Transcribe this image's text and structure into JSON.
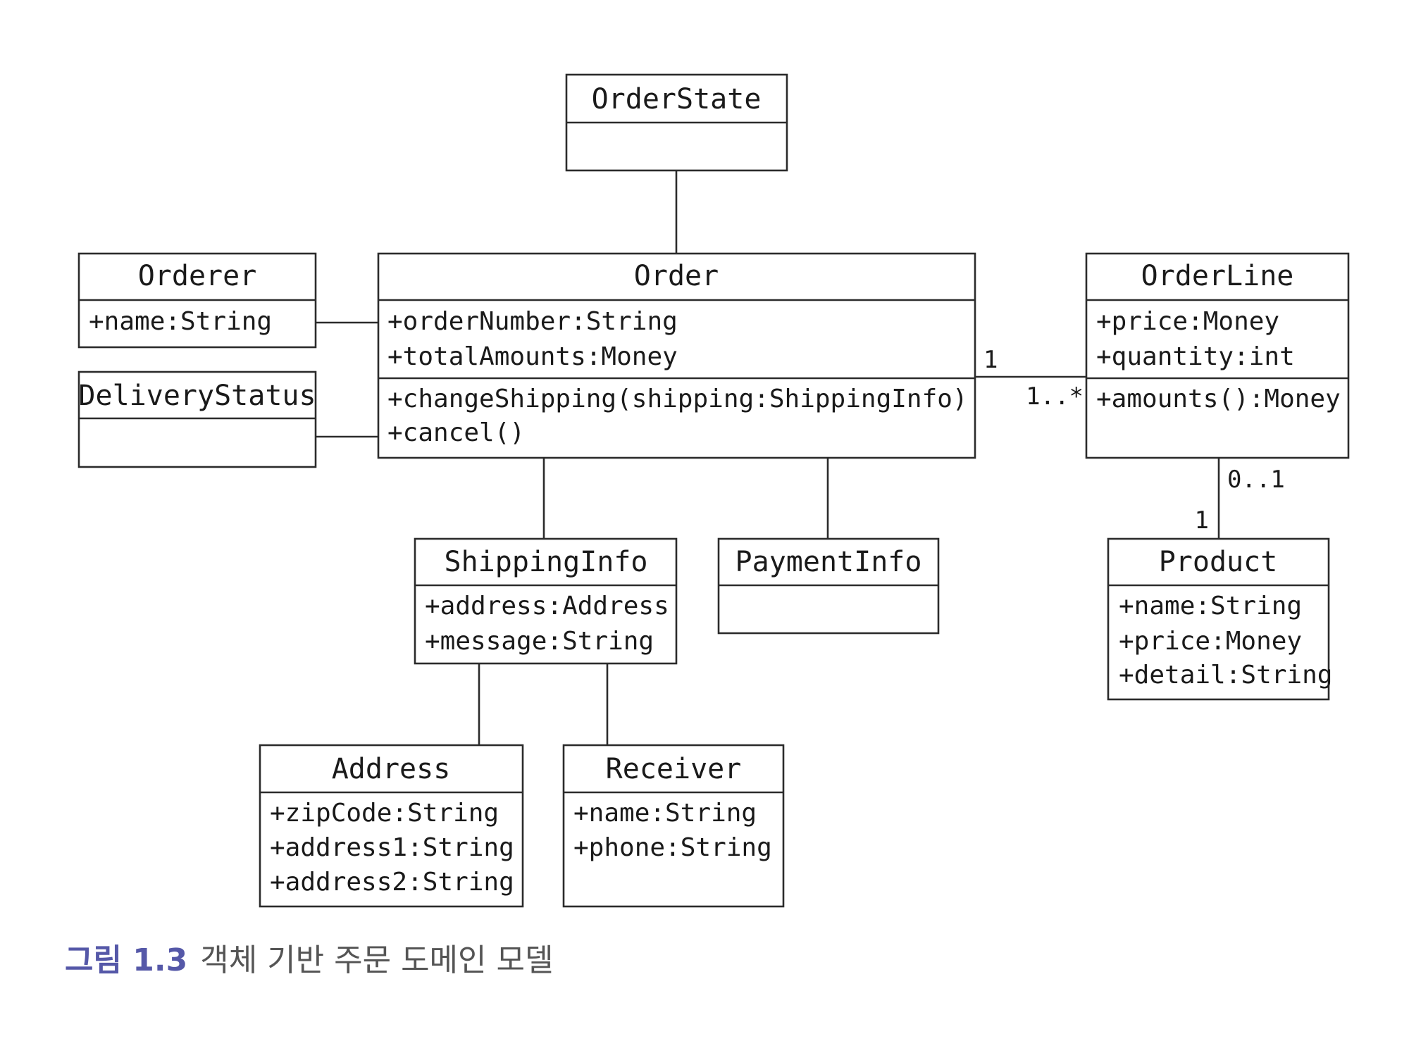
{
  "classes": {
    "order_state": {
      "name": "OrderState",
      "attributes": [],
      "operations": []
    },
    "orderer": {
      "name": "Orderer",
      "attributes": [
        "+name:String"
      ],
      "operations": []
    },
    "delivery_status": {
      "name": "DeliveryStatus",
      "attributes": [],
      "operations": []
    },
    "order": {
      "name": "Order",
      "attributes": [
        "+orderNumber:String",
        "+totalAmounts:Money"
      ],
      "operations": [
        "+changeShipping(shipping:ShippingInfo)",
        "+cancel()"
      ]
    },
    "order_line": {
      "name": "OrderLine",
      "attributes": [
        "+price:Money",
        "+quantity:int"
      ],
      "operations": [
        "+amounts():Money"
      ]
    },
    "shipping_info": {
      "name": "ShippingInfo",
      "attributes": [
        "+address:Address",
        "+message:String"
      ],
      "operations": []
    },
    "payment_info": {
      "name": "PaymentInfo",
      "attributes": [],
      "operations": []
    },
    "product": {
      "name": "Product",
      "attributes": [
        "+name:String",
        "+price:Money",
        "+detail:String"
      ],
      "operations": []
    },
    "address": {
      "name": "Address",
      "attributes": [
        "+zipCode:String",
        "+address1:String",
        "+address2:String"
      ],
      "operations": []
    },
    "receiver": {
      "name": "Receiver",
      "attributes": [
        "+name:String",
        "+phone:String"
      ],
      "operations": []
    }
  },
  "associations": [
    {
      "from": "order_state",
      "to": "order"
    },
    {
      "from": "orderer",
      "to": "order"
    },
    {
      "from": "delivery_status",
      "to": "order"
    },
    {
      "from": "order",
      "to": "order_line",
      "from_mult": "1",
      "to_mult": "1..*"
    },
    {
      "from": "order",
      "to": "shipping_info"
    },
    {
      "from": "order",
      "to": "payment_info"
    },
    {
      "from": "order_line",
      "to": "product",
      "from_mult": "0..1",
      "to_mult": "1"
    },
    {
      "from": "shipping_info",
      "to": "address"
    },
    {
      "from": "shipping_info",
      "to": "receiver"
    }
  ],
  "caption": {
    "number": "그림 1.3",
    "text": "객체 기반 주문 도메인 모델"
  }
}
